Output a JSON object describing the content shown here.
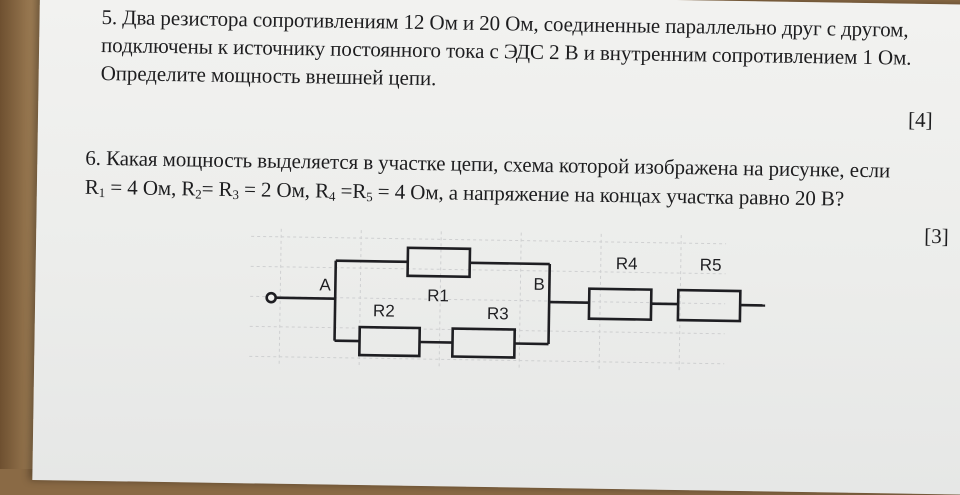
{
  "problem5": {
    "line1": "5. Два резистора сопротивлениям 12 Ом и 20 Ом, соединенные параллельно друг  с другом,",
    "line2": "подключены к источнику постоянного тока с ЭДС 2 В и внутренним сопротивлением 1 Ом.",
    "line3": "Определите мощность внешней цепи.",
    "points": "[4]"
  },
  "problem6": {
    "line1": "6. Какая мощность выделяется в участке цепи, схема которой изображена на рисунке, если",
    "line2_parts": {
      "r1": "R",
      "r1_sub": "1",
      "eq1": " = 4 Ом, ",
      "r2": "R",
      "r2_sub": "2",
      "eq2": "= ",
      "r3": "R",
      "r3_sub": "3",
      "eq3": " = 2 Ом, ",
      "r4": "R",
      "r4_sub": "4",
      "eq4": " =",
      "r5": "R",
      "r5_sub": "5",
      "eq5": " = 4 Ом, а напряжение на концах участка  равно 20 В?"
    },
    "points": "[3]"
  },
  "circuit": {
    "node_a": "A",
    "node_b": "B",
    "labels": {
      "r1": "R1",
      "r2": "R2",
      "r3": "R3",
      "r4": "R4",
      "r5": "R5"
    }
  }
}
